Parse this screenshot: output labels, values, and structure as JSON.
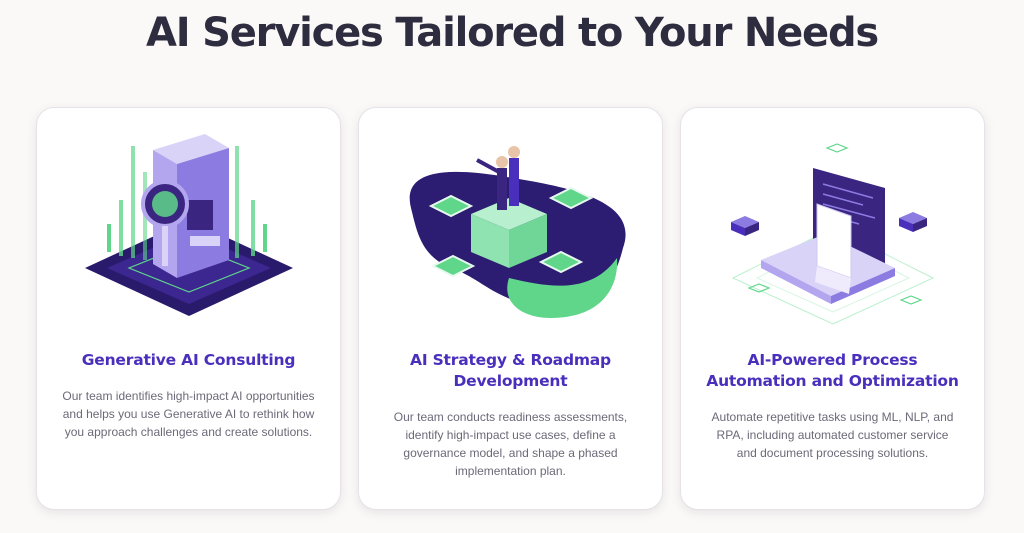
{
  "header": {
    "title": "AI Services Tailored to Your Needs"
  },
  "cards": [
    {
      "illustration": "ai-server-magnifier-illustration",
      "title": "Generative AI Consulting",
      "description": "Our team identifies high-impact AI opportunities and helps you use Generative AI to rethink how you approach challenges and create solutions."
    },
    {
      "illustration": "strategy-businessmen-platform-illustration",
      "title": "AI Strategy & Roadmap Development",
      "description": "Our team conducts readiness assessments, identify high-impact use cases, define a governance model, and shape a phased implementation plan."
    },
    {
      "illustration": "laptop-document-automation-illustration",
      "title": "AI-Powered Process Automation and Optimization",
      "description": "Automate repetitive tasks using ML, NLP, and RPA, including automated customer service and document processing solutions."
    }
  ],
  "colors": {
    "heading": "#2e2c3f",
    "accent": "#4a2fbd",
    "purple_dark": "#3a2580",
    "green": "#5fd68a",
    "text_muted": "#6b6a78",
    "card_bg": "#ffffff",
    "page_bg": "#fbf9f7"
  }
}
